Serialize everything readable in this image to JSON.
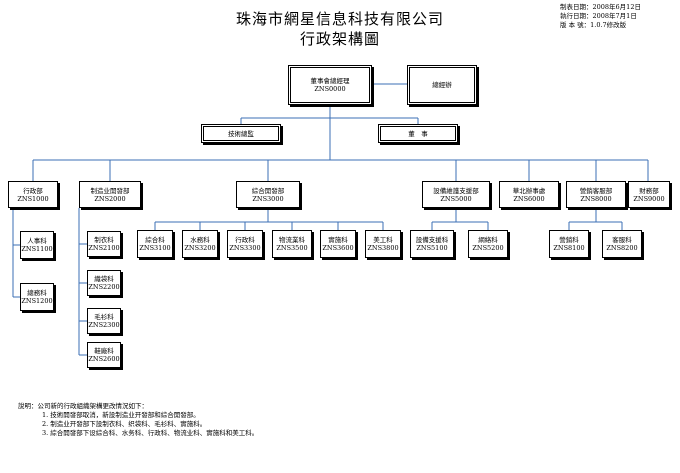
{
  "header": {
    "company": "珠海市網星信息科技有限公司",
    "chart_title": "行政架構圖"
  },
  "meta": {
    "made_date": "制表日期：2008年6月12日",
    "effective_date": "執行日期：2008年7月1日",
    "version": "版 本 號：1.0.7修改版"
  },
  "org": {
    "chairman": {
      "name": "董事會總經理",
      "code": "ZNS0000"
    },
    "gm_office": {
      "name": "總經辦"
    },
    "tech_director": {
      "name": "技術總監"
    },
    "director": {
      "name": "董　事"
    },
    "admin": {
      "name": "行政部",
      "code": "ZNS1000"
    },
    "hr": {
      "name": "人事科",
      "code": "ZNS1100"
    },
    "general_affairs": {
      "name": "總務科",
      "code": "ZNS1200"
    },
    "mfg_dev": {
      "name": "制造业開發部",
      "code": "ZNS2000"
    },
    "apparel": {
      "name": "制衣科",
      "code": "ZNS2100"
    },
    "woven": {
      "name": "織袋科",
      "code": "ZNS2200"
    },
    "wool": {
      "name": "毛衫科",
      "code": "ZNS2300"
    },
    "shoes": {
      "name": "鞋廠科",
      "code": "ZNS2600"
    },
    "integrated_dev": {
      "name": "綜合開發部",
      "code": "ZNS3000"
    },
    "integrated": {
      "name": "綜合科",
      "code": "ZNS3100"
    },
    "water": {
      "name": "水務科",
      "code": "ZNS3200"
    },
    "admin_sec": {
      "name": "行政科",
      "code": "ZNS3300"
    },
    "logistics": {
      "name": "物流業科",
      "code": "ZNS3500"
    },
    "realestate": {
      "name": "實施科",
      "code": "ZNS3600"
    },
    "art": {
      "name": "美工科",
      "code": "ZNS3800"
    },
    "equipment": {
      "name": "設備維護支援部",
      "code": "ZNS5000"
    },
    "equip_maint": {
      "name": "設備支援科",
      "code": "ZNS5100"
    },
    "network": {
      "name": "網絡科",
      "code": "ZNS5200"
    },
    "beijing": {
      "name": "華北辦事處",
      "code": "ZNS6000"
    },
    "sales": {
      "name": "營銷客服部",
      "code": "ZNS8000"
    },
    "marketing": {
      "name": "營銷科",
      "code": "ZNS8100"
    },
    "service": {
      "name": "客服科",
      "code": "ZNS8200"
    },
    "finance": {
      "name": "財務部",
      "code": "ZNS9000"
    }
  },
  "notes": {
    "heading": "說明：公司新的行政組織架構更改情況如下：",
    "items": [
      "1. 技術開發部取消，新設制造业开發部和綜合開發部。",
      "2. 制造业开發部下設制衣科、织袋科、毛衫科、實施科。",
      "3. 綜合開發部下设綜合科、水务科、行政科、物流业科、實施科和美工科。"
    ]
  }
}
